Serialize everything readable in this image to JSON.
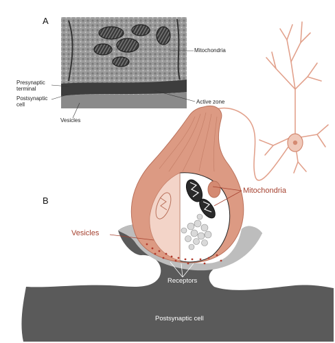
{
  "panels": {
    "a": "A",
    "b": "B"
  },
  "panel_a_labels": {
    "mitochondria": "Mitochondria",
    "presynaptic_line1": "Presynaptic",
    "presynaptic_line2": "terminal",
    "postsynaptic_line1": "Postsynaptic",
    "postsynaptic_line2": "cell",
    "active_zone": "Active zone",
    "vesicles": "Vesicles"
  },
  "panel_b_labels": {
    "mitochondria": "Mitochondria",
    "vesicles": "Vesicles",
    "receptors": "Receptors",
    "postsynaptic_cell": "Postsynaptic cell"
  },
  "colors": {
    "neuron_pink": "#e2a18c",
    "terminal_pink": "#d99078",
    "postsynaptic_gray": "#5a5a5a",
    "cleft_gray": "#bdbdbd",
    "label_red": "#a5412f",
    "vesicle_red": "#b13a2c"
  }
}
